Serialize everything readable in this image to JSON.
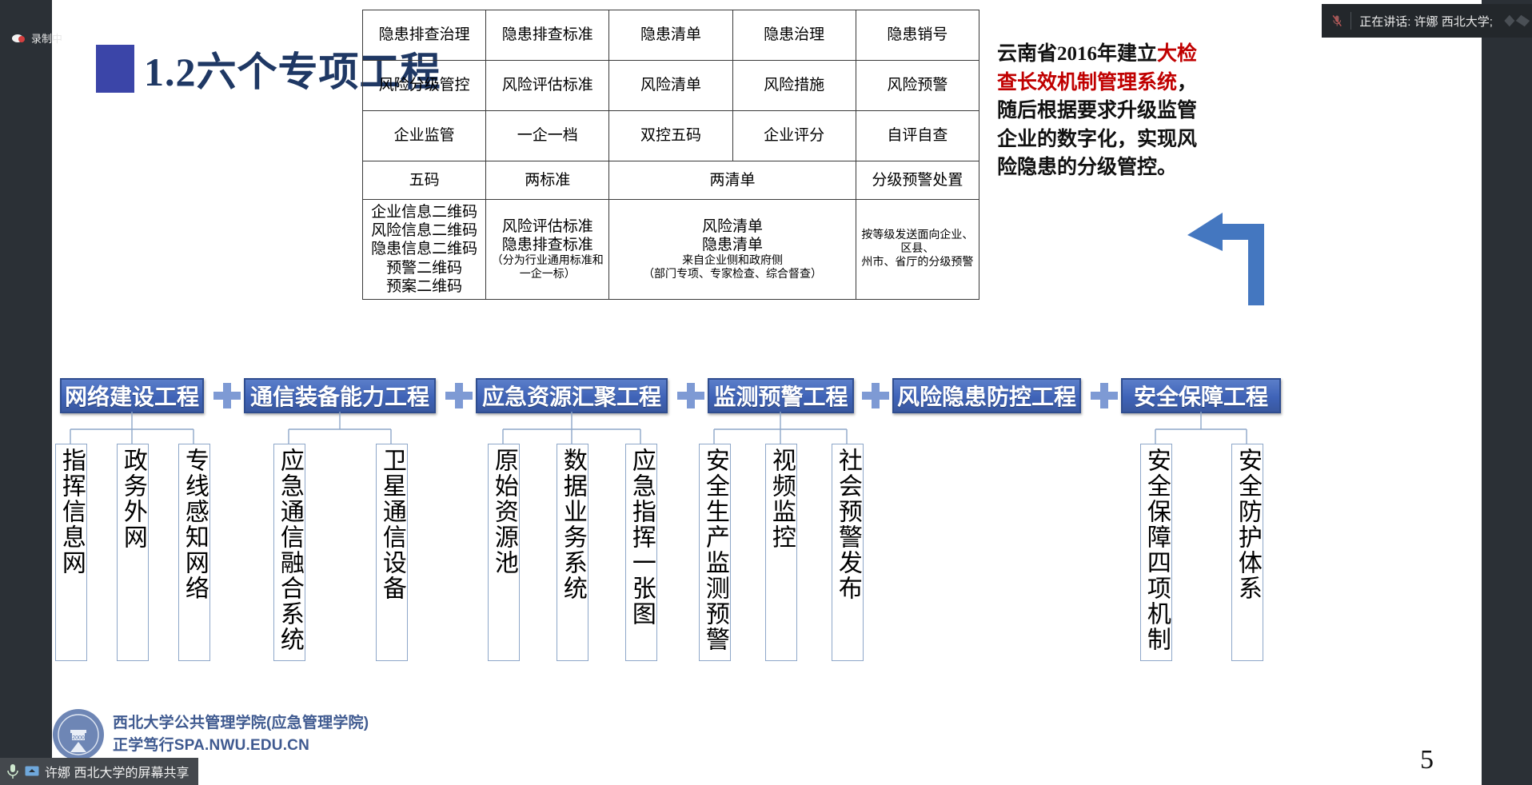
{
  "meeting": {
    "recording_label": "录制中",
    "speaker_label": "正在讲话:  许娜 西北大学;",
    "share_label": "许娜 西北大学的屏幕共享",
    "mic_icon": "mic-muted-icon",
    "screen_icon": "screen-share-icon",
    "record_icon": "record-dot-icon"
  },
  "slide": {
    "title": "1.2六个专项工程",
    "page_number": "5",
    "accent_color": "#1f3864",
    "banner_color": "#3f63b8",
    "highlight_color": "#c00000",
    "footer": {
      "line1": "西北大学公共管理学院(应急管理学院)",
      "line2": "正学笃行SPA.NWU.EDU.CN",
      "logo_icon": "university-seal-icon"
    },
    "note": {
      "part1": "云南省2016年建立",
      "highlight": "大检查长效机制管理系统",
      "part2": "，随后根据要求升级监管企业的数字化，实现风险隐患的分级管控。"
    },
    "arrow_icon": "left-elbow-arrow-icon",
    "matrix": {
      "rows": [
        [
          "隐患排查治理",
          "隐患排查标准",
          "隐患清单",
          "隐患治理",
          "隐患销号"
        ],
        [
          "风险分级管控",
          "风险评估标准",
          "风险清单",
          "风险措施",
          "风险预警"
        ],
        [
          "企业监管",
          "一企一档",
          "双控五码",
          "企业评分",
          "自评自查"
        ]
      ],
      "row4": [
        "五码",
        "两标准",
        "两清单",
        "分级预警处置"
      ],
      "row5": {
        "c1": [
          "企业信息二维码",
          "风险信息二维码",
          "隐患信息二维码",
          "预警二维码",
          "预案二维码"
        ],
        "c2_main": [
          "风险评估标准",
          "隐患排查标准"
        ],
        "c2_sub": "（分为行业通用标准和一企一标）",
        "c3_main": [
          "风险清单",
          "隐患清单"
        ],
        "c3_sub1": "来自企业侧和政府侧",
        "c3_sub2": "（部门专项、专家检查、综合督查）",
        "c4": [
          "按等级发送面向企业、区县、",
          "州市、省厅的分级预警"
        ]
      }
    },
    "projects": [
      {
        "title": "网络建设工程",
        "children": [
          "指挥信息网",
          "政务外网",
          "专线感知网络"
        ]
      },
      {
        "title": "通信装备能力工程",
        "children": [
          "应急通信融合系统",
          "卫星通信设备"
        ]
      },
      {
        "title": "应急资源汇聚工程",
        "children": [
          "原始资源池",
          "数据业务系统",
          "应急指挥一张图"
        ]
      },
      {
        "title": "监测预警工程",
        "children": [
          "安全生产监测预警",
          "视频监控",
          "社会预警发布"
        ]
      },
      {
        "title": "风险隐患防控工程",
        "children": []
      },
      {
        "title": "安全保障工程",
        "children": [
          "安全保障四项机制",
          "安全防护体系"
        ]
      }
    ],
    "plus_icon": "plus-connector-icon"
  }
}
